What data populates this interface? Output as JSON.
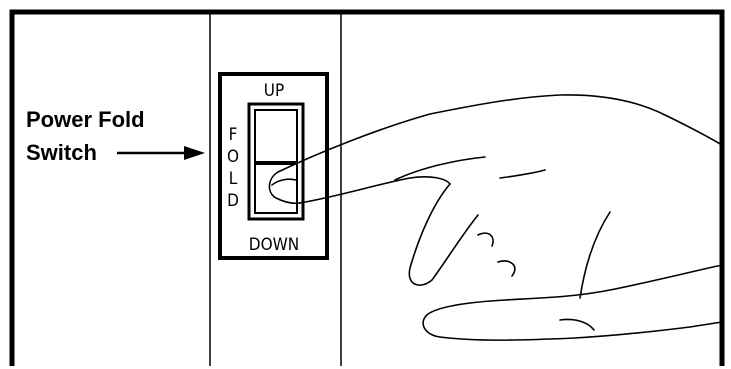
{
  "callout": {
    "line1": "Power Fold",
    "line2": "Switch"
  },
  "switch_panel": {
    "up_label": "UP",
    "down_label": "DOWN",
    "side_letters": [
      "F",
      "O",
      "L",
      "D"
    ]
  },
  "icons": {
    "arrow": "arrow-right-icon",
    "hand": "pointing-hand-icon"
  },
  "colors": {
    "ink": "#000000",
    "background": "#ffffff"
  }
}
